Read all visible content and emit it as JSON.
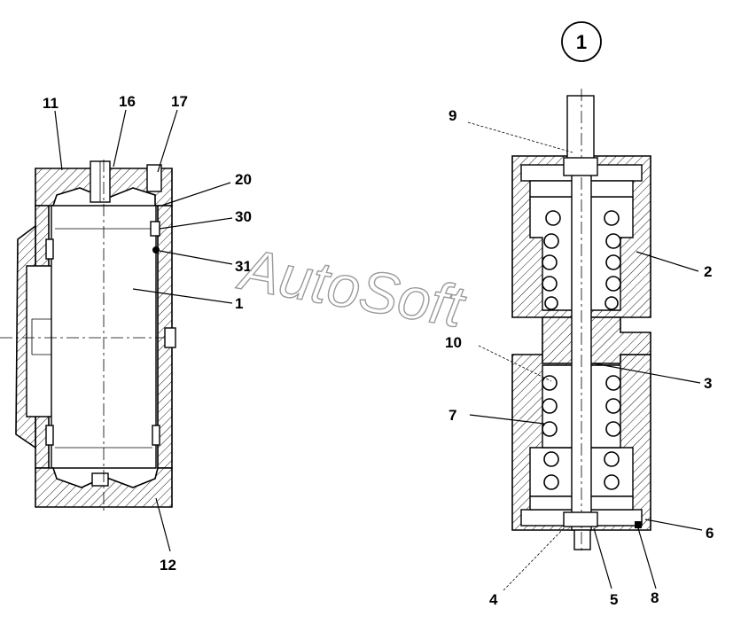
{
  "figure_number": "1",
  "watermark": "AutoSoft",
  "left_assembly": {
    "labels": {
      "l11": "11",
      "l16": "16",
      "l17": "17",
      "l20": "20",
      "l30": "30",
      "l31": "31",
      "l1": "1",
      "l12": "12"
    }
  },
  "right_assembly": {
    "labels": {
      "r9": "9",
      "r2": "2",
      "r10": "10",
      "r3": "3",
      "r7": "7",
      "r6": "6",
      "r4": "4",
      "r5": "5",
      "r8": "8"
    }
  }
}
